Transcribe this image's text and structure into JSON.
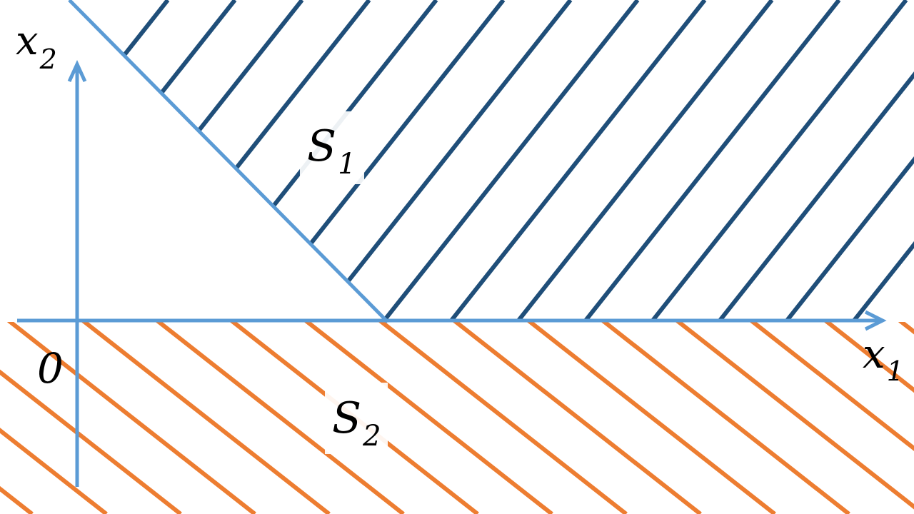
{
  "colors": {
    "axis": "#5b9bd5",
    "region_s1": "#1f4e79",
    "region_s2": "#ed7d31",
    "text": "#000000",
    "background": "#ffffff"
  },
  "axes": {
    "horizontal": {
      "name": "x",
      "subscript": "1"
    },
    "vertical": {
      "name": "x",
      "subscript": "2"
    },
    "origin_label": "0"
  },
  "regions": {
    "s1": {
      "name": "S",
      "subscript": "1"
    },
    "s2": {
      "name": "S",
      "subscript": "2"
    }
  }
}
